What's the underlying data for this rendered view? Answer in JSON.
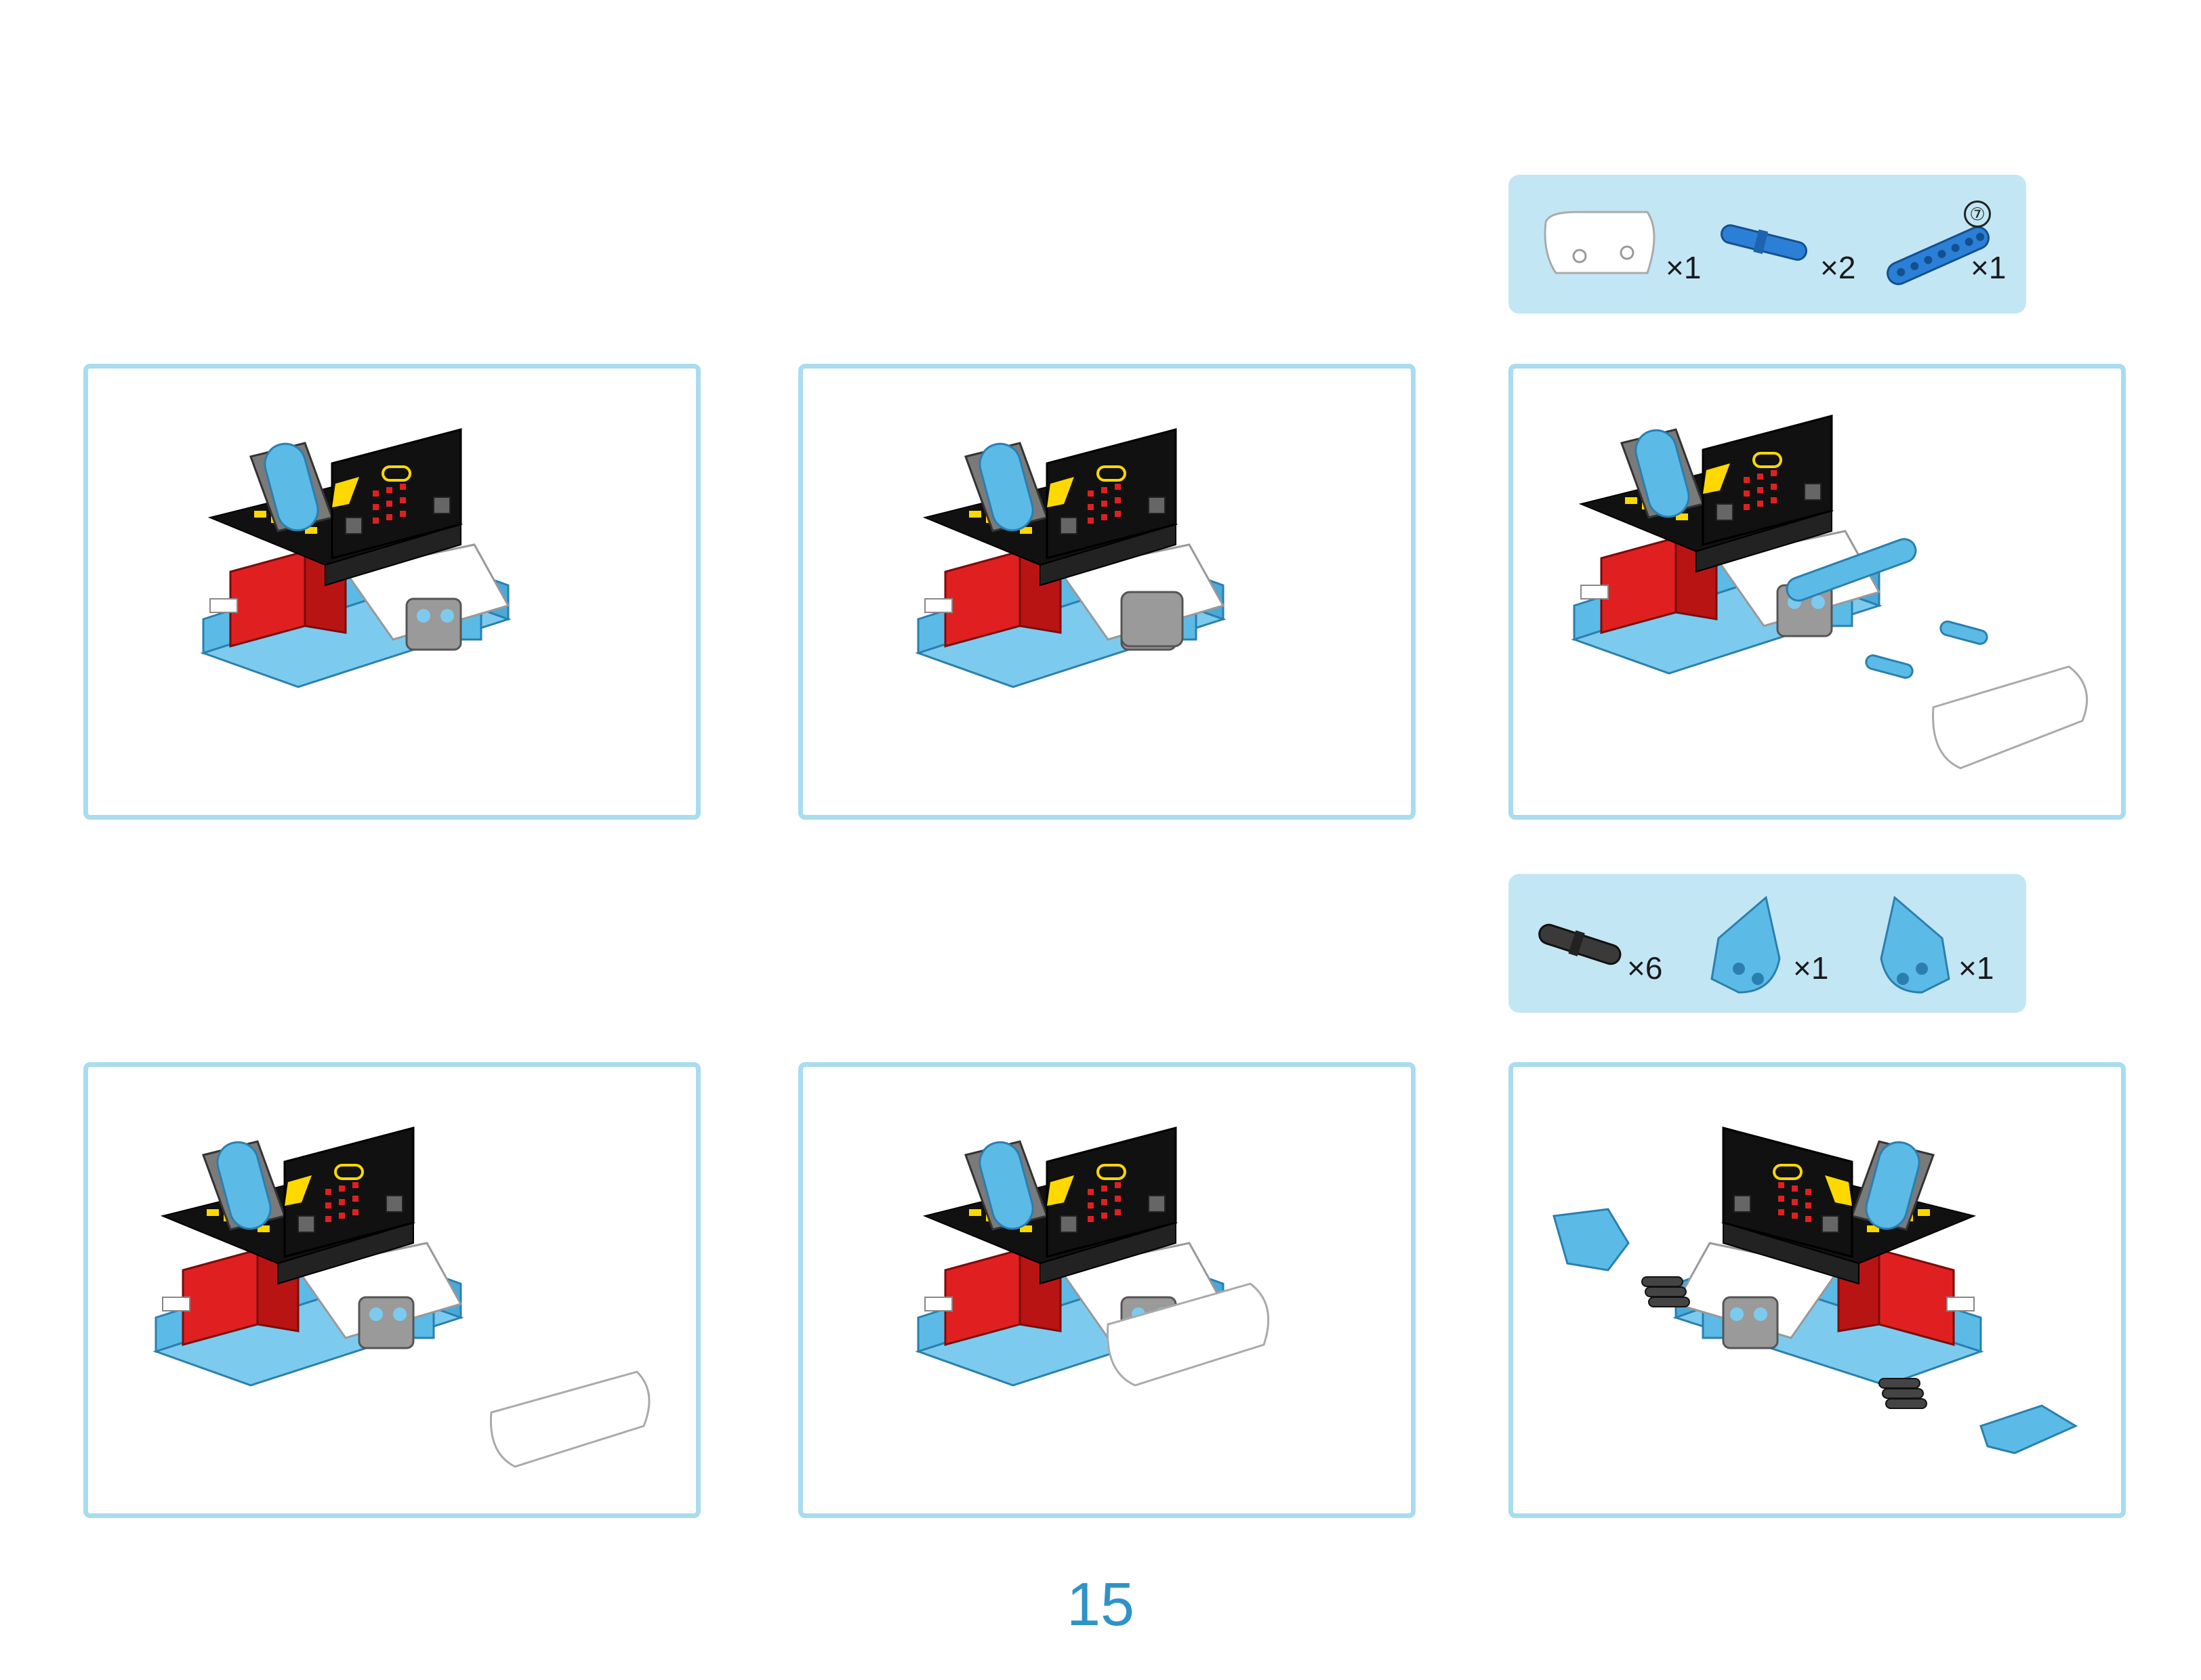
{
  "parts_top": {
    "items": [
      {
        "icon": "white-curved-panel-icon",
        "qty": "×1"
      },
      {
        "icon": "blue-pin-connector-icon",
        "qty": "×2"
      },
      {
        "icon": "blue-beam-7-icon",
        "qty": "×1",
        "marker": "⑦"
      }
    ]
  },
  "parts_bottom": {
    "items": [
      {
        "icon": "black-pin-connector-icon",
        "qty": "×6"
      },
      {
        "icon": "blue-angled-connector-left-icon",
        "qty": "×1"
      },
      {
        "icon": "blue-angled-connector-right-icon",
        "qty": "×1"
      }
    ]
  },
  "page": {
    "number": "15"
  },
  "colors": {
    "frame": "#a9dcef",
    "parts_background": "#c3e6f5",
    "page_number": "#2e93c7",
    "blue_parts": "#5bbbe6",
    "red_servo": "#e02020",
    "board": "#1a1a1a"
  }
}
